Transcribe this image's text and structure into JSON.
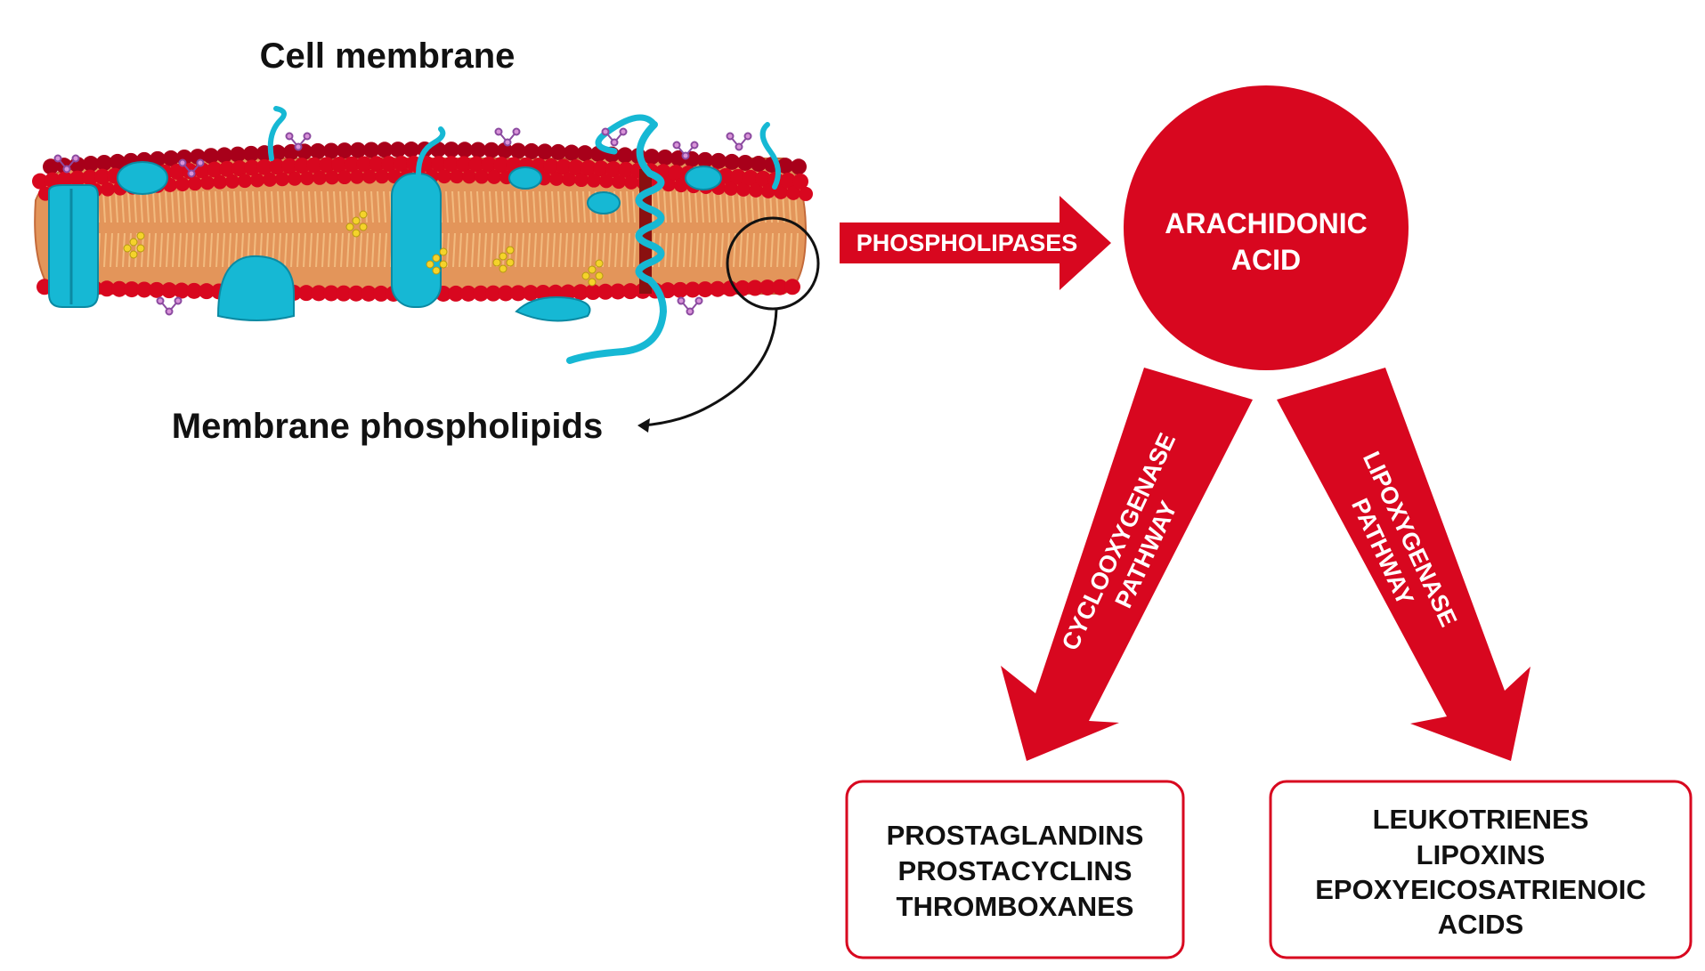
{
  "labels": {
    "cell_membrane": "Cell membrane",
    "membrane_phospholipids": "Membrane phospholipids",
    "phospholipases": "PHOSPHOLIPASES",
    "arachidonic_line1": "ARACHIDONIC",
    "arachidonic_line2": "ACID",
    "cox_line1": "CYCLOOXYGENASE",
    "cox_line2": "PATHWAY",
    "lox_line1": "LIPOXYGENASE",
    "lox_line2": "PATHWAY"
  },
  "boxes": {
    "left": [
      "PROSTAGLANDINS",
      "PROSTACYCLINS",
      "THROMBOXANES"
    ],
    "right": [
      "LEUKOTRIENES",
      "LIPOXINS",
      "EPOXYEICOSATRIENOIC",
      "ACIDS"
    ]
  },
  "colors": {
    "accent_red": "#d8071f",
    "dark_red": "#a8001a",
    "lipid_tail": "#e3955a",
    "protein_cyan": "#16b8d4",
    "text": "#111111"
  },
  "icons": {
    "membrane": "cell-membrane-illustration",
    "zoom": "zoom-circle",
    "pointer": "curved-arrow"
  }
}
